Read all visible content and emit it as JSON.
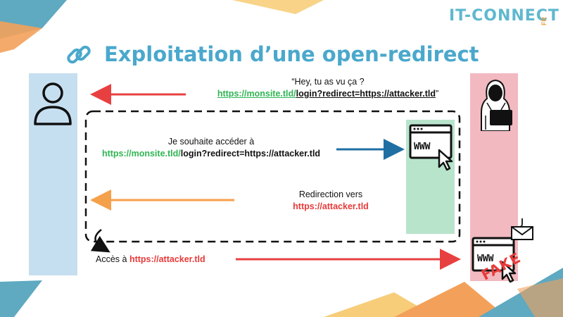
{
  "brand": {
    "name": "IT-CONNECT",
    "suffix": "FR"
  },
  "title": "Exploitation d’une open-redirect",
  "message1": {
    "quote": "“Hey, tu as vu ça ?",
    "url_domain": "https://monsite.tld/",
    "url_path": "login?redirect=https://attacker.tld",
    "closing": "”"
  },
  "message2": {
    "line1": "Je souhaite accéder à",
    "url_domain": "https://monsite.tld/",
    "url_path": "login?redirect=https://attacker.tld"
  },
  "message3": {
    "line1": "Redirection vers",
    "url": "https://attacker.tld"
  },
  "message4": {
    "prefix": "Accès à ",
    "url": "https://attacker.tld"
  },
  "site_label": "WWW",
  "fake_site_label": "WWW",
  "fake_stamp": "FAKE",
  "colors": {
    "title": "#4aa8cc",
    "green_url": "#2fb553",
    "red_url": "#e83a3a",
    "arrow_red": "#e84040",
    "arrow_blue": "#1f6fa3",
    "arrow_orange": "#f5a04a",
    "user_column": "#c6dff0",
    "site_column": "#b8e4cc",
    "attacker_column": "#f2b9c0"
  },
  "icons": [
    "link-icon",
    "user-icon",
    "hacker-icon",
    "browser-icon",
    "fake-browser-icon",
    "phishing-mail-icon",
    "curved-arrow-icon"
  ]
}
